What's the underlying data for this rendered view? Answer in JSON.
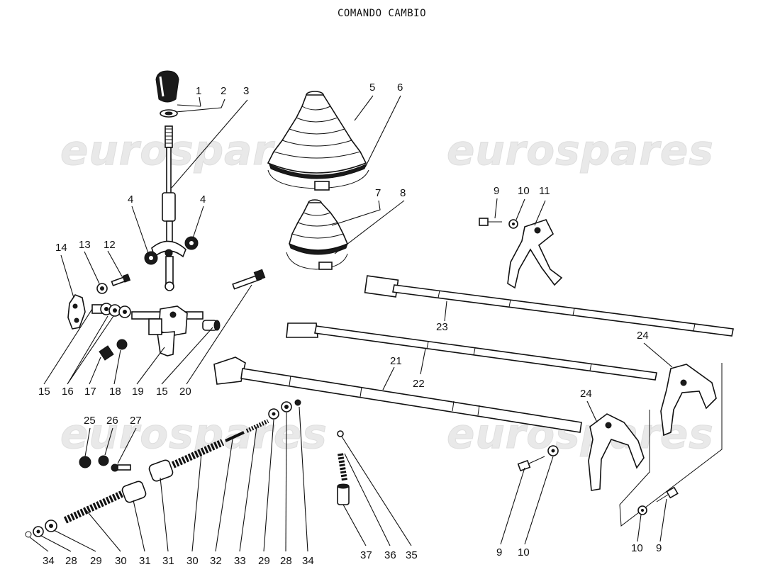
{
  "title": "COMANDO CAMBIO",
  "watermark": "eurospares",
  "parts": [
    {
      "id": "p1",
      "number": "1"
    },
    {
      "id": "p2",
      "number": "2"
    },
    {
      "id": "p3",
      "number": "3"
    },
    {
      "id": "p4a",
      "number": "4"
    },
    {
      "id": "p4b",
      "number": "4"
    },
    {
      "id": "p5",
      "number": "5"
    },
    {
      "id": "p6",
      "number": "6"
    },
    {
      "id": "p7",
      "number": "7"
    },
    {
      "id": "p8",
      "number": "8"
    },
    {
      "id": "p9a",
      "number": "9"
    },
    {
      "id": "p10a",
      "number": "10"
    },
    {
      "id": "p11",
      "number": "11"
    },
    {
      "id": "p12",
      "number": "12"
    },
    {
      "id": "p13",
      "number": "13"
    },
    {
      "id": "p14",
      "number": "14"
    },
    {
      "id": "p15a",
      "number": "15"
    },
    {
      "id": "p16",
      "number": "16"
    },
    {
      "id": "p17",
      "number": "17"
    },
    {
      "id": "p18",
      "number": "18"
    },
    {
      "id": "p19",
      "number": "19"
    },
    {
      "id": "p15b",
      "number": "15"
    },
    {
      "id": "p20",
      "number": "20"
    },
    {
      "id": "p21",
      "number": "21"
    },
    {
      "id": "p22",
      "number": "22"
    },
    {
      "id": "p23",
      "number": "23"
    },
    {
      "id": "p24a",
      "number": "24"
    },
    {
      "id": "p24b",
      "number": "24"
    },
    {
      "id": "p25",
      "number": "25"
    },
    {
      "id": "p26",
      "number": "26"
    },
    {
      "id": "p27",
      "number": "27"
    },
    {
      "id": "p34a",
      "number": "34"
    },
    {
      "id": "p28a",
      "number": "28"
    },
    {
      "id": "p29a",
      "number": "29"
    },
    {
      "id": "p30a",
      "number": "30"
    },
    {
      "id": "p31a",
      "number": "31"
    },
    {
      "id": "p31b",
      "number": "31"
    },
    {
      "id": "p30b",
      "number": "30"
    },
    {
      "id": "p32",
      "number": "32"
    },
    {
      "id": "p33",
      "number": "33"
    },
    {
      "id": "p29b",
      "number": "29"
    },
    {
      "id": "p28b",
      "number": "28"
    },
    {
      "id": "p34b",
      "number": "34"
    },
    {
      "id": "p37",
      "number": "37"
    },
    {
      "id": "p36",
      "number": "36"
    },
    {
      "id": "p35",
      "number": "35"
    },
    {
      "id": "p9b",
      "number": "9"
    },
    {
      "id": "p10b",
      "number": "10"
    },
    {
      "id": "p10c",
      "number": "10"
    },
    {
      "id": "p9c",
      "number": "9"
    }
  ]
}
